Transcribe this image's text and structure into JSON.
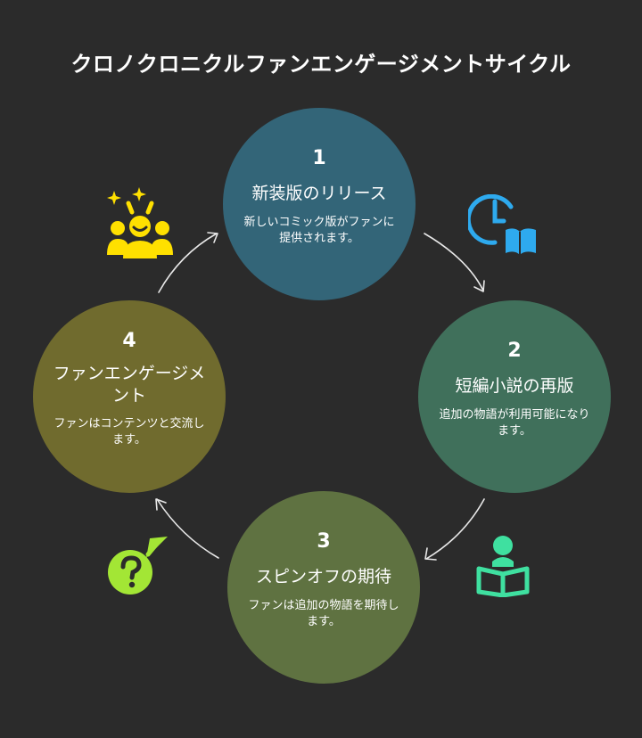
{
  "title": "クロノクロニクルファンエンゲージメントサイクル",
  "steps": [
    {
      "number": "1",
      "name": "新装版のリリース",
      "description": "新しいコミック版がファンに提供されます。",
      "color": "#336578"
    },
    {
      "number": "2",
      "name": "短編小説の再版",
      "description": "追加の物語が利用可能になります。",
      "color": "#40705b"
    },
    {
      "number": "3",
      "name": "スピンオフの期待",
      "description": "ファンは追加の物語を期待します。",
      "color": "#5f7241"
    },
    {
      "number": "4",
      "name": "ファンエンゲージメント",
      "description": "ファンはコンテンツと交流します。",
      "color": "#706b2e"
    }
  ],
  "icons": {
    "step1": "clock-book-icon",
    "step2": "reader-book-icon",
    "step3": "question-arrow-icon",
    "step4": "celebrating-crowd-icon"
  },
  "colors": {
    "background": "#2b2b2b",
    "icon_blue": "#2eaaee",
    "icon_green": "#3fe0a0",
    "icon_lime": "#a3e635",
    "icon_yellow": "#ffe000"
  }
}
